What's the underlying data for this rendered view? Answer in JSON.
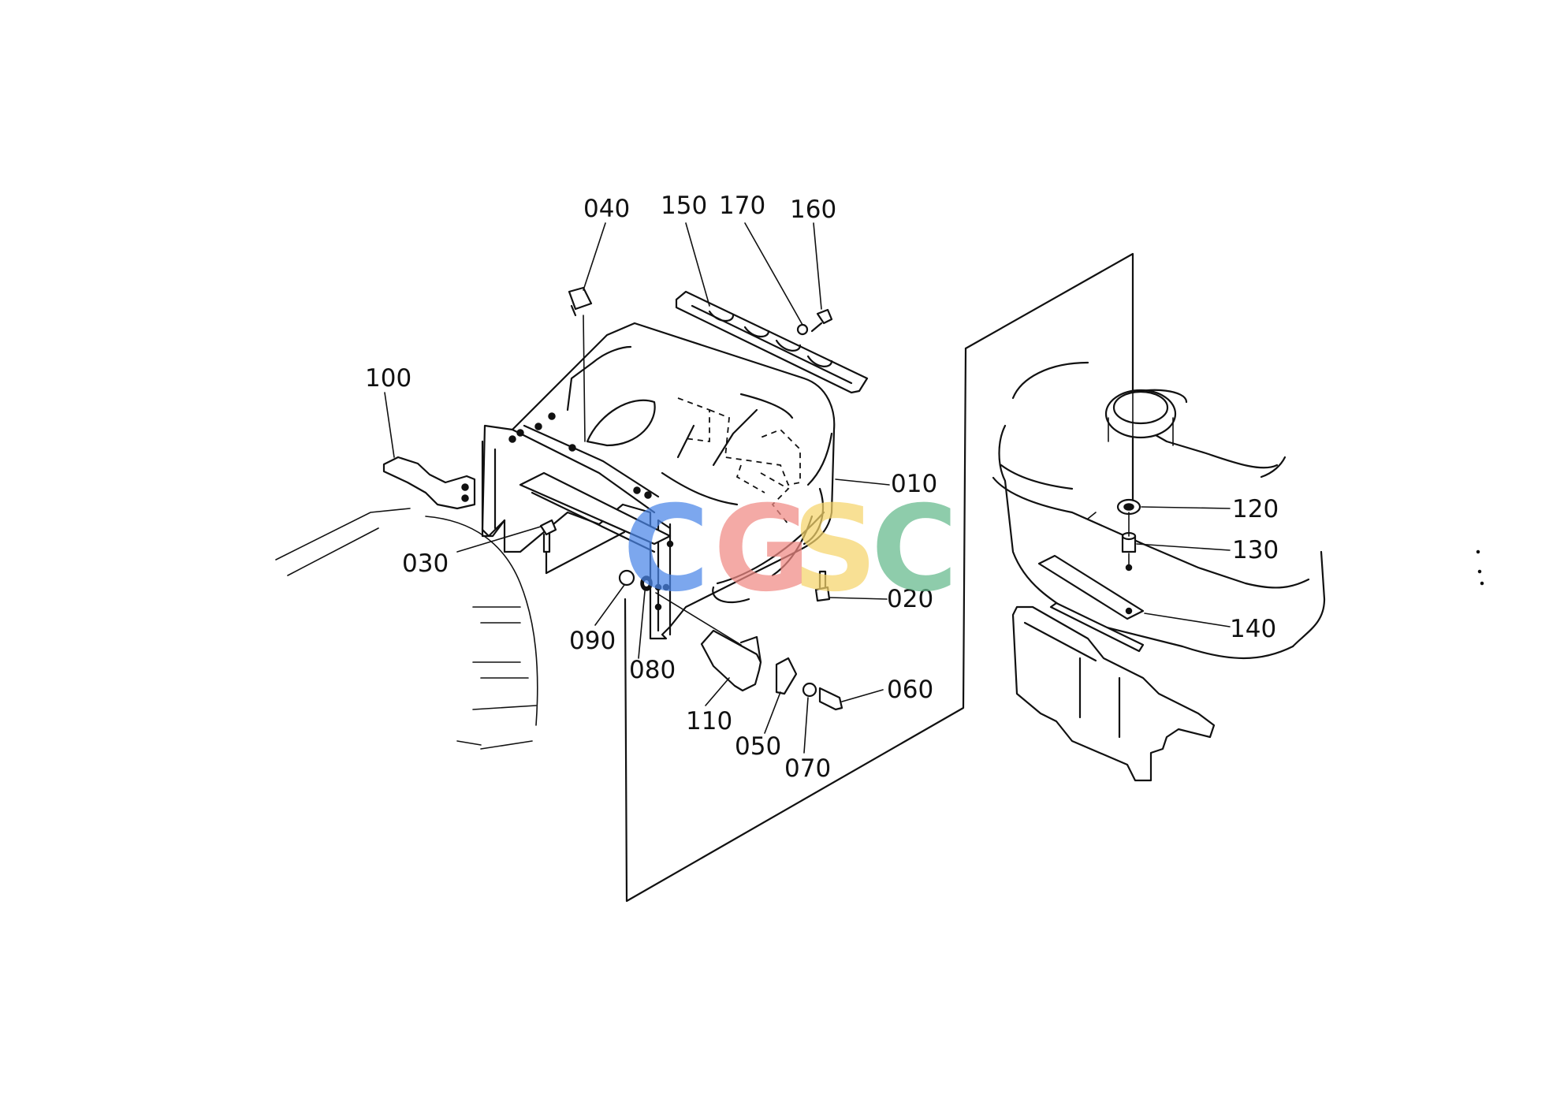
{
  "parts": [
    {
      "id": "p040",
      "label": "040"
    },
    {
      "id": "p150",
      "label": "150"
    },
    {
      "id": "p170",
      "label": "170"
    },
    {
      "id": "p160",
      "label": "160"
    },
    {
      "id": "p100",
      "label": "100"
    },
    {
      "id": "p010",
      "label": "010"
    },
    {
      "id": "p120",
      "label": "120"
    },
    {
      "id": "p130",
      "label": "130"
    },
    {
      "id": "p030",
      "label": "030"
    },
    {
      "id": "p020",
      "label": "020"
    },
    {
      "id": "p140",
      "label": "140"
    },
    {
      "id": "p090",
      "label": "090"
    },
    {
      "id": "p080",
      "label": "080"
    },
    {
      "id": "p060",
      "label": "060"
    },
    {
      "id": "p110",
      "label": "110"
    },
    {
      "id": "p050",
      "label": "050"
    },
    {
      "id": "p070",
      "label": "070"
    }
  ],
  "watermark": {
    "letters": [
      "C",
      "G",
      "S",
      "C"
    ],
    "colors": [
      "#4a86e8",
      "#f08a84",
      "#f6d56b",
      "#63b98b"
    ]
  }
}
